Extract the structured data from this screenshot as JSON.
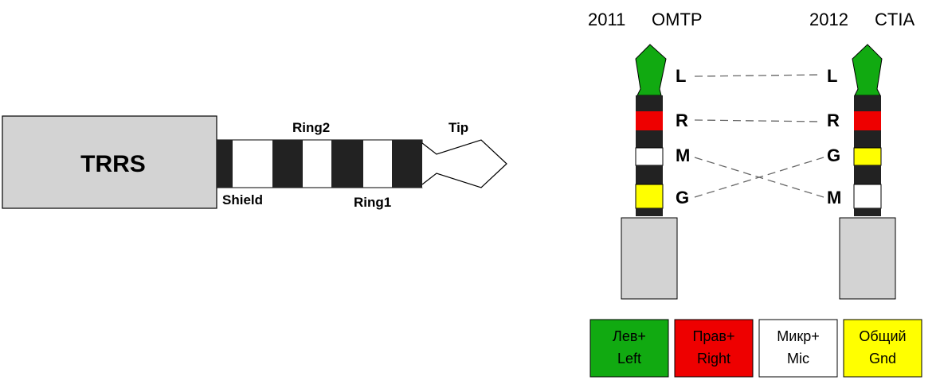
{
  "plug": {
    "body_label": "TRRS",
    "labels": {
      "shield": "Shield",
      "ring2": "Ring2",
      "ring1": "Ring1",
      "tip": "Tip"
    }
  },
  "standards": {
    "left": {
      "year": "2011",
      "name": "OMTP",
      "pins": [
        "L",
        "R",
        "M",
        "G"
      ]
    },
    "right": {
      "year": "2012",
      "name": "CTIA",
      "pins": [
        "L",
        "R",
        "G",
        "M"
      ]
    }
  },
  "legend": [
    {
      "line1": "Лев+",
      "line2": "Left",
      "color": "#11aa11"
    },
    {
      "line1": "Прав+",
      "line2": "Right",
      "color": "#ee0000"
    },
    {
      "line1": "Микр+",
      "line2": "Mic",
      "color": "#ffffff"
    },
    {
      "line1": "Общий",
      "line2": "Gnd",
      "color": "#ffff00"
    }
  ],
  "colors": {
    "left": "#11aa11",
    "right": "#ee0000",
    "mic": "#ffffff",
    "gnd": "#ffff00",
    "insulator": "#222222",
    "sleeve": "#d3d3d3"
  }
}
